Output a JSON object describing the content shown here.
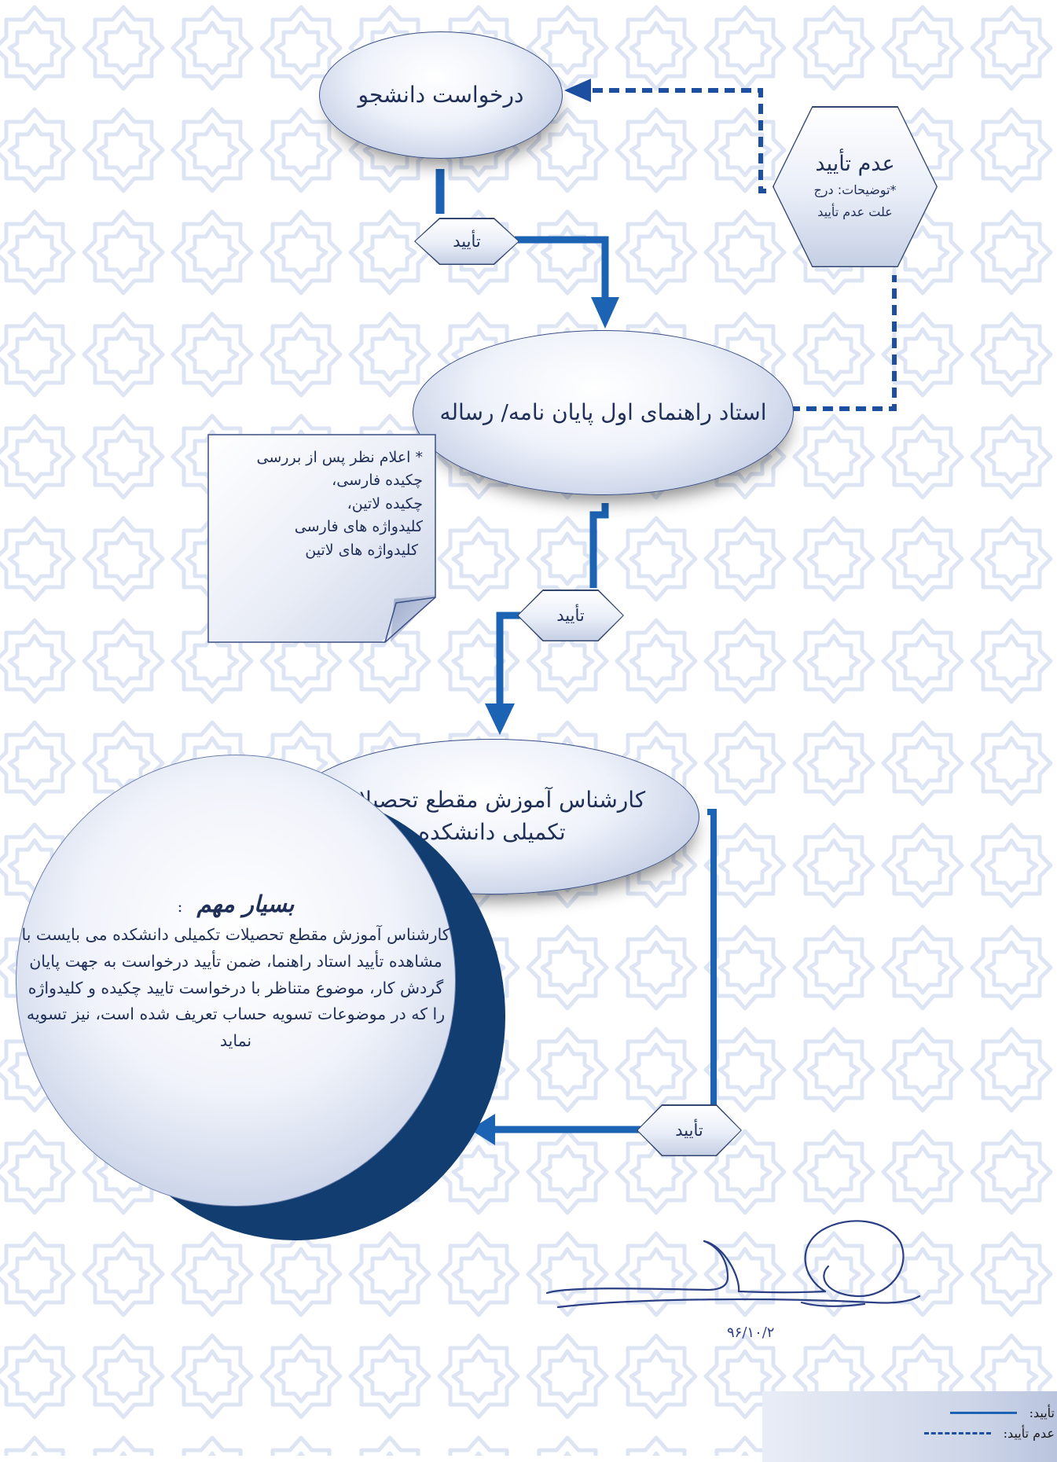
{
  "colors": {
    "flow_line": "#1c63b3",
    "node_border": "#3a4f85",
    "text": "#1f2f58",
    "important_shadow": "#123d70",
    "pattern": "#dde4f3"
  },
  "nodes": {
    "student_request": "درخواست دانشجو",
    "advisor": "استاد راهنمای اول پایان نامه/ رساله",
    "expert": "کارشناس آموزش مقطع تحصیلات تکمیلی دانشکده"
  },
  "approve_label": "تأیید",
  "reject": {
    "title": "عدم تأیید",
    "note_line1": "*توضیحات: درج",
    "note_line2": "علت عدم تأیید"
  },
  "note": {
    "lines": [
      "* اعلام نظر پس از بررسی",
      "چکیده فارسی،",
      "چکیده لاتین،",
      "کلیدواژه های فارسی",
      "کلیدواژه های لاتین"
    ]
  },
  "important": {
    "heading": "بسیار مهم",
    "heading_suffix": ":",
    "body": "کارشناس آموزش مقطع تحصیلات تکمیلی دانشکده می بایست با مشاهده تأیید استاد راهنما، ضمن تأیید درخواست به جهت پایان گردش کار، موضوع متناظر با درخواست تایید چکیده و کلیدواژه را که در موضوعات تسویه حساب تعریف شده است، نیز تسویه نماید"
  },
  "signature": {
    "date": "۹۶/۱۰/۲"
  },
  "legend": {
    "approve": "تأیید:",
    "reject": "عدم تأیید:"
  }
}
